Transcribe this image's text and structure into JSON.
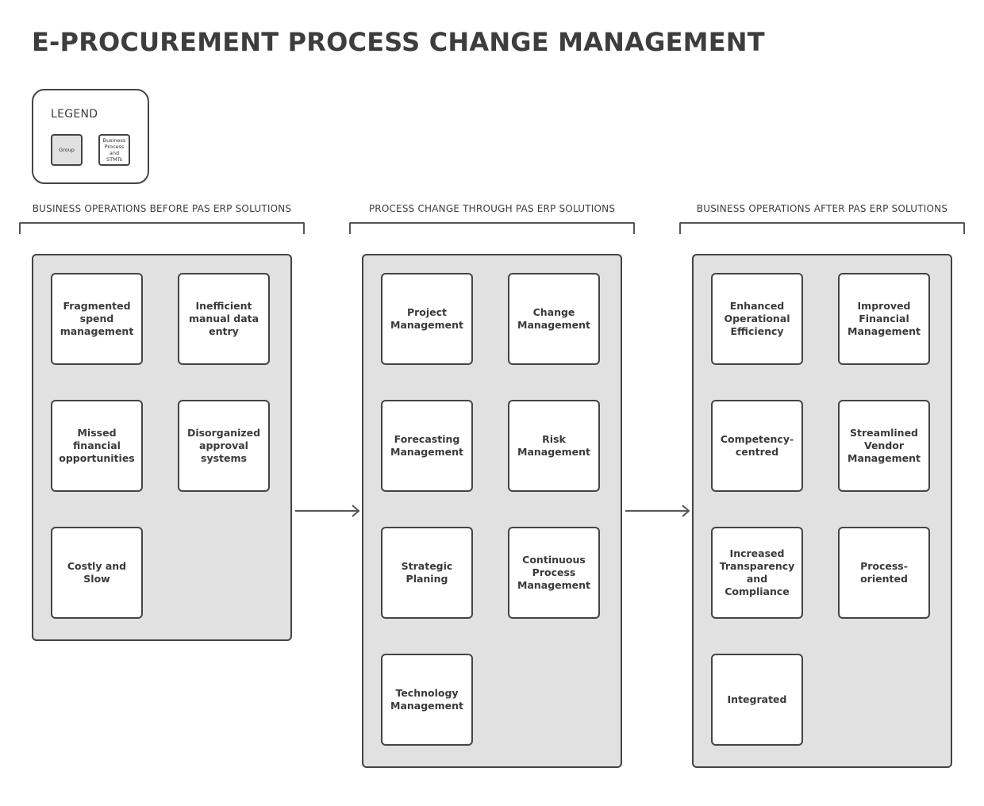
{
  "title": "E-PROCUREMENT PROCESS CHANGE MANAGEMENT",
  "legend": {
    "title": "LEGEND",
    "group_label": "Group",
    "process_label": "Business Process and STMTs"
  },
  "sections": [
    {
      "header": "BUSINESS OPERATIONS BEFORE PAS ERP SOLUTIONS",
      "items": [
        "Fragmented spend management",
        "Inefficient manual data entry",
        "Missed financial opportunities",
        "Disorganized approval systems",
        "Costly and Slow"
      ]
    },
    {
      "header": "PROCESS CHANGE THROUGH PAS ERP SOLUTIONS",
      "items": [
        "Project Management",
        "Change Management",
        "Forecasting Management",
        "Risk Management",
        "Strategic Planing",
        "Continuous Process Management",
        "Technology Management"
      ]
    },
    {
      "header": "BUSINESS OPERATIONS AFTER PAS ERP SOLUTIONS",
      "items": [
        "Enhanced Operational Efficiency",
        "Improved Financial Management",
        "Competency-centred",
        "Streamlined Vendor Management",
        "Increased Transparency and Compliance",
        "Process-oriented",
        "Integrated"
      ]
    }
  ],
  "colors": {
    "group_fill": "#e1e1e1",
    "card_fill": "#ffffff",
    "stroke": "#444444",
    "text": "#3c3c3c"
  }
}
